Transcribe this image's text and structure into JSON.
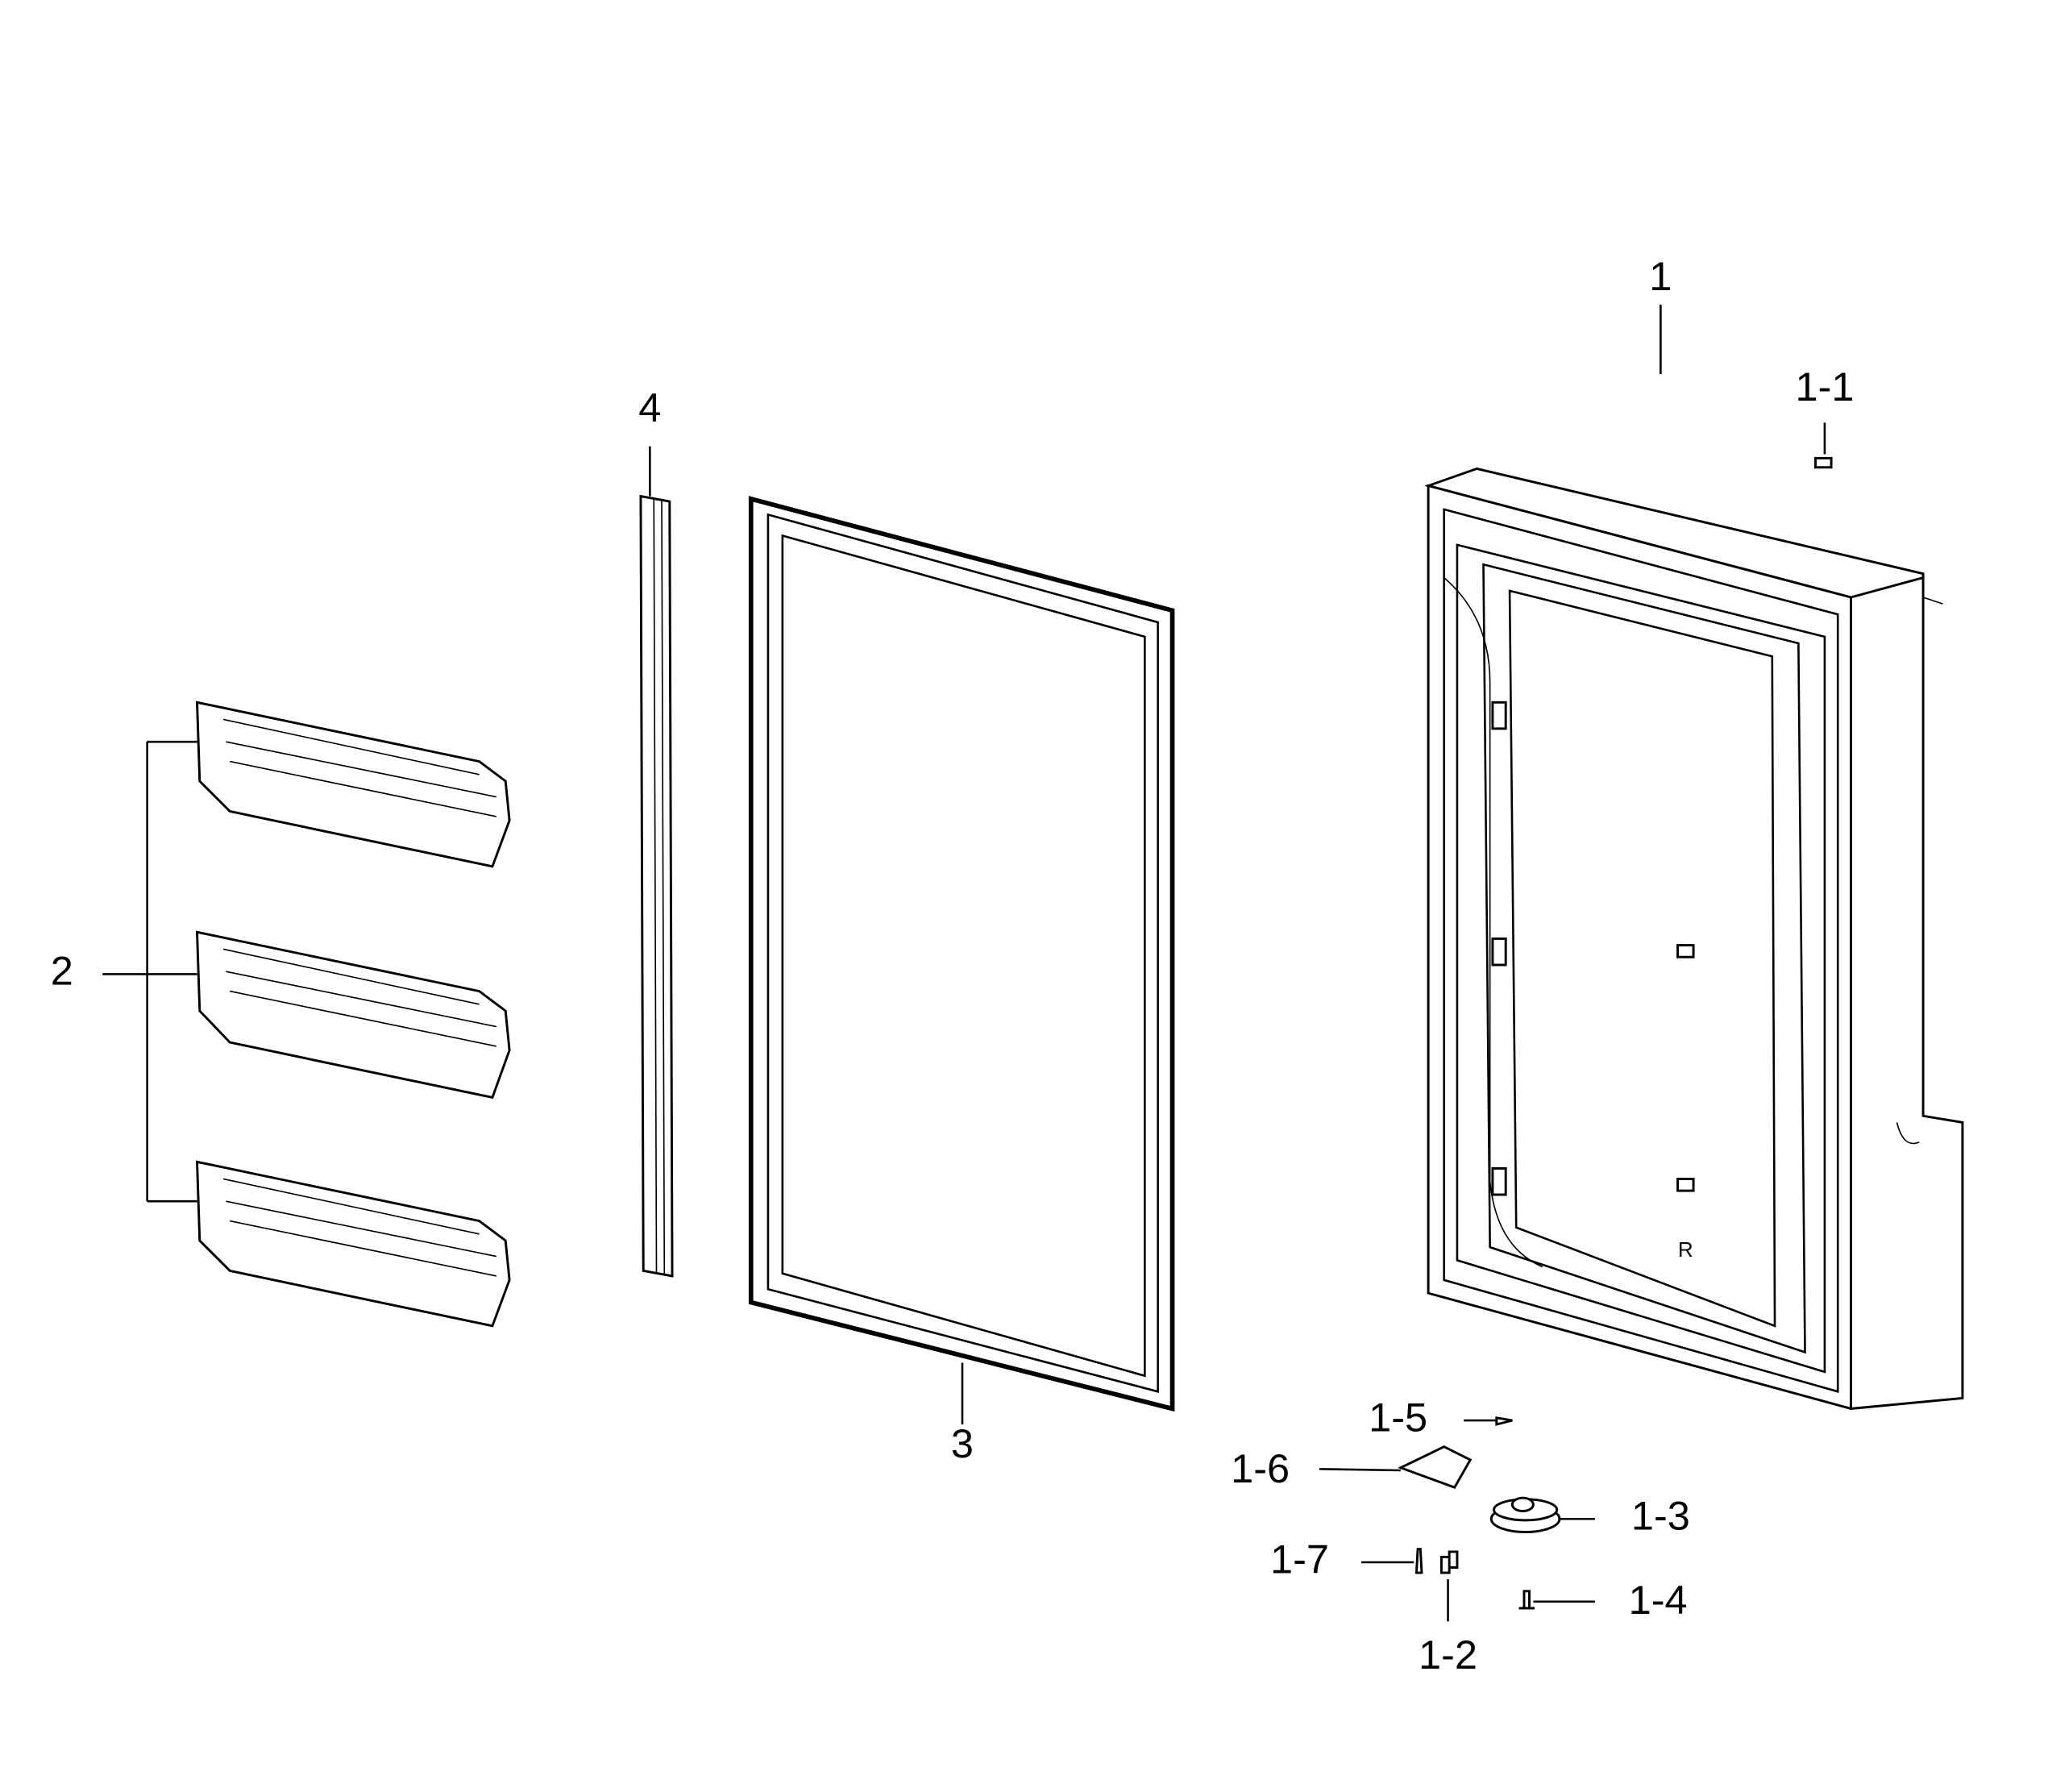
{
  "diagram": {
    "colors": {
      "ink": "#000000",
      "background": "#ffffff"
    },
    "callouts": [
      {
        "id": "1",
        "label": "1"
      },
      {
        "id": "1-1",
        "label": "1-1"
      },
      {
        "id": "1-2",
        "label": "1-2"
      },
      {
        "id": "1-3",
        "label": "1-3"
      },
      {
        "id": "1-4",
        "label": "1-4"
      },
      {
        "id": "1-5",
        "label": "1-5"
      },
      {
        "id": "1-6",
        "label": "1-6"
      },
      {
        "id": "1-7",
        "label": "1-7"
      },
      {
        "id": "2",
        "label": "2"
      },
      {
        "id": "3",
        "label": "3"
      },
      {
        "id": "4",
        "label": "4"
      }
    ],
    "door_mark": "R"
  }
}
